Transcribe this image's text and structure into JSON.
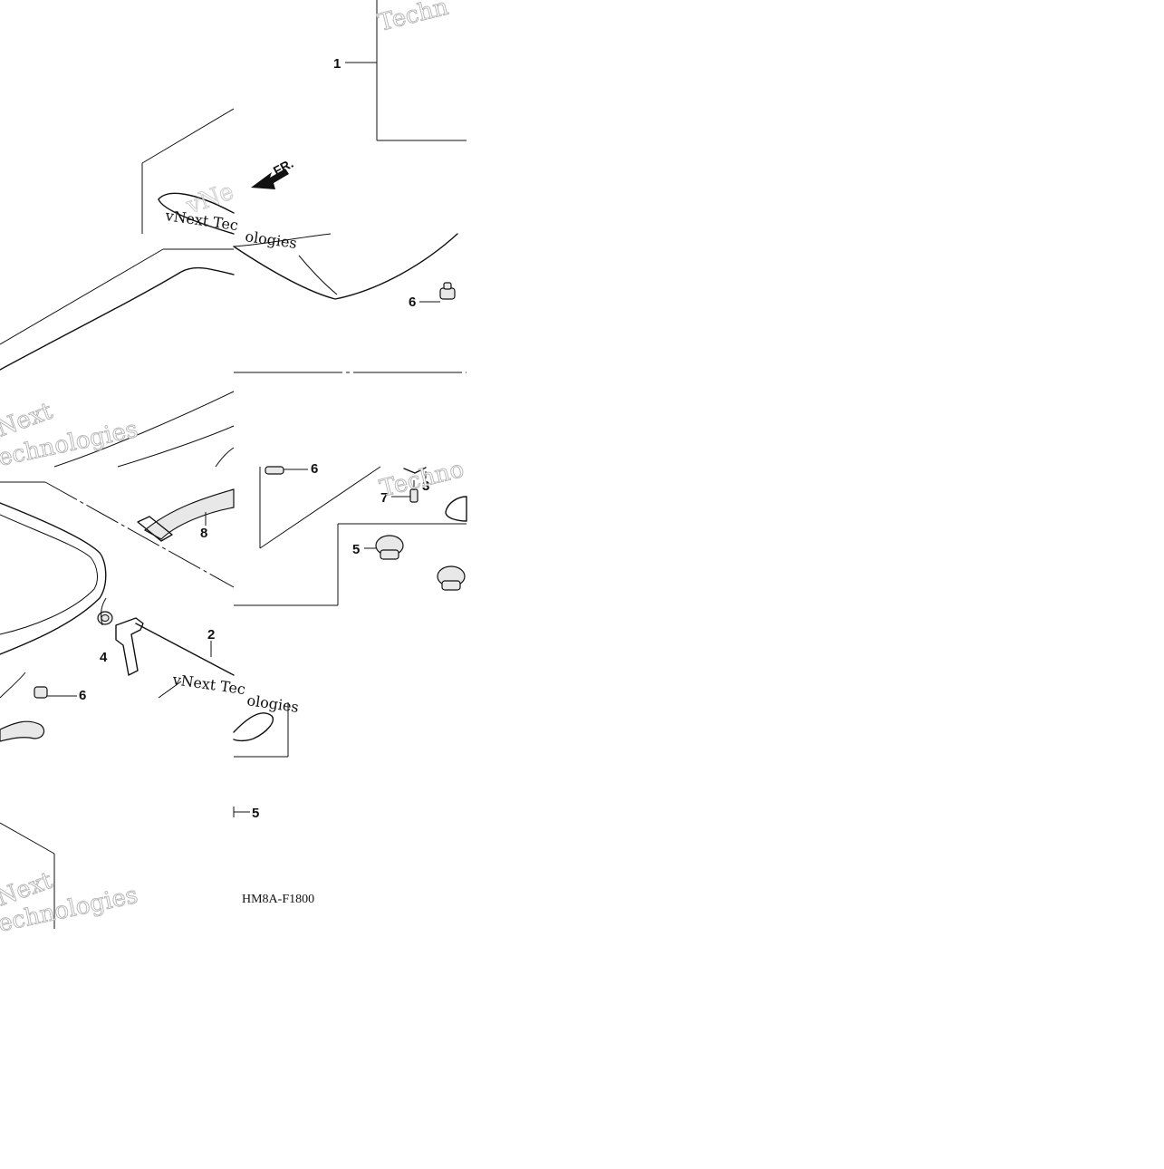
{
  "diagram": {
    "code": "HM8A-F1800",
    "direction_label": "FR.",
    "callouts": {
      "c1": "1",
      "c2": "2",
      "c3": "3",
      "c4": "4",
      "c5a": "5",
      "c5b": "5",
      "c6a": "6",
      "c6b": "6",
      "c6c": "6",
      "c7": "7",
      "c8": "8"
    },
    "watermarks": {
      "w1": "Techn",
      "w2": "vNext Tec",
      "w3": "ologies",
      "w4": "Next",
      "w5": "echnologies",
      "w6": "Techno",
      "w7": "vNext Tec",
      "w8": "ologies",
      "w9": "Next",
      "w10": "echnologies",
      "w11": "vNe"
    }
  }
}
